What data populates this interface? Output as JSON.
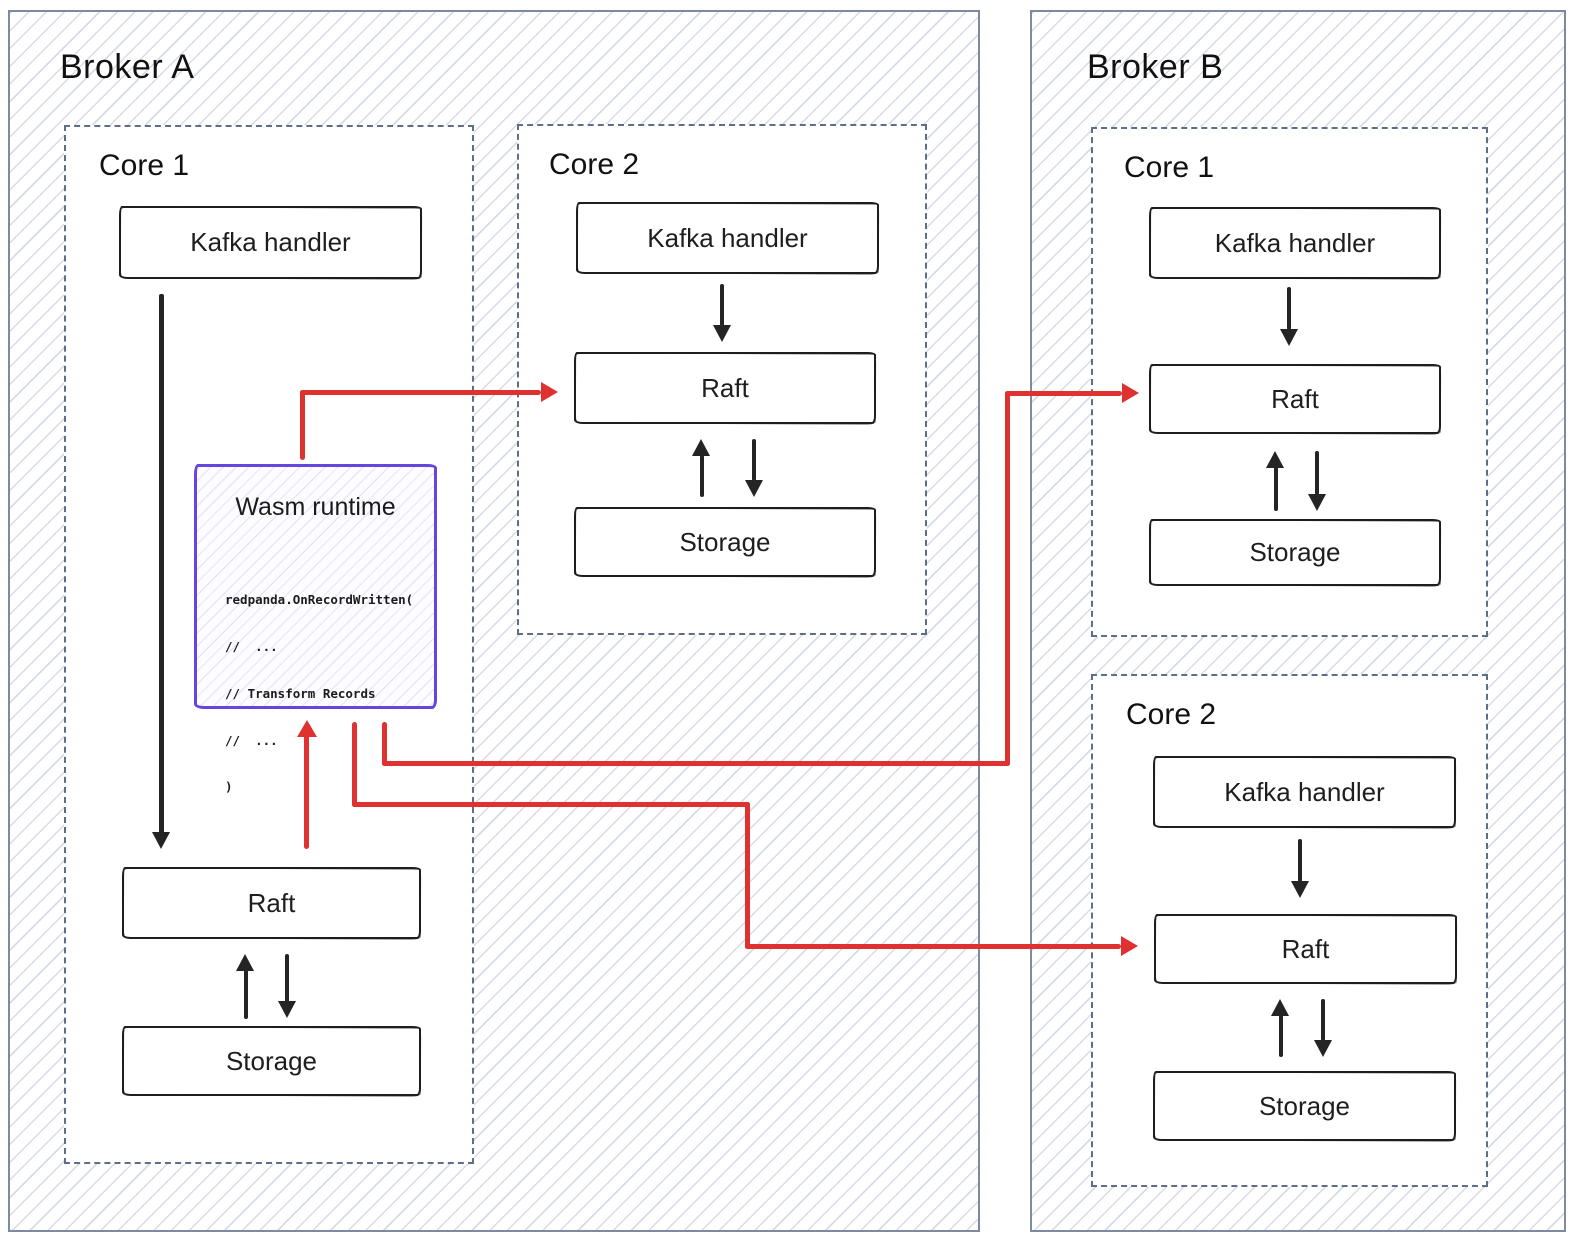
{
  "diagram": {
    "brokers": [
      {
        "title": "Broker A",
        "cores": [
          {
            "title": "Core 1",
            "boxes": [
              "Kafka handler",
              "Raft",
              "Storage"
            ],
            "wasm": {
              "title": "Wasm runtime",
              "code_lines": [
                "redpanda.OnRecordWritten(",
                "//  ...",
                "// Transform Records",
                "//  ...",
                ")"
              ]
            }
          },
          {
            "title": "Core 2",
            "boxes": [
              "Kafka handler",
              "Raft",
              "Storage"
            ]
          }
        ]
      },
      {
        "title": "Broker B",
        "cores": [
          {
            "title": "Core 1",
            "boxes": [
              "Kafka handler",
              "Raft",
              "Storage"
            ]
          },
          {
            "title": "Core 2",
            "boxes": [
              "Kafka handler",
              "Raft",
              "Storage"
            ]
          }
        ]
      }
    ],
    "colors": {
      "flow_arrow_red": "#e03131",
      "wasm_border_purple": "#6645e0",
      "broker_border": "#7d8aa0",
      "core_dash_border": "#5f6e87",
      "sketch_box_border": "#1e1e1e",
      "hatch_line": "#98a6c0",
      "text": "#1b1b1b"
    }
  }
}
